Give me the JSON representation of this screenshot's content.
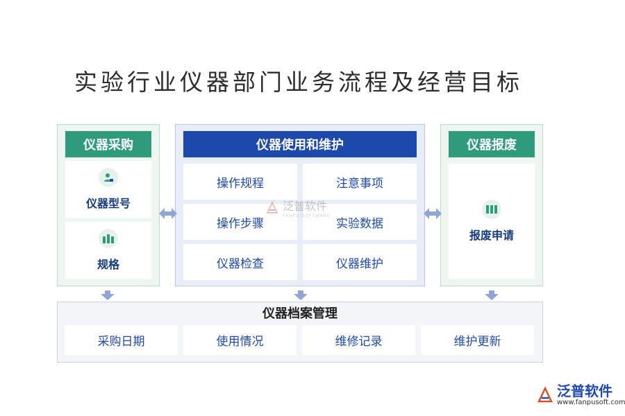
{
  "title": "实验行业仪器部门业务流程及经营目标",
  "procurement": {
    "header": "仪器采购",
    "items": [
      {
        "label": "仪器型号",
        "icon": "user-badge-icon"
      },
      {
        "label": "规格",
        "icon": "stacked-blocks-icon"
      }
    ]
  },
  "usage": {
    "header": "仪器使用和维护",
    "items": [
      "操作规程",
      "注意事项",
      "操作步骤",
      "实验数据",
      "仪器检查",
      "仪器维护"
    ]
  },
  "scrap": {
    "header": "仪器报废",
    "items": [
      {
        "label": "报废申请",
        "icon": "binders-icon"
      }
    ]
  },
  "archive": {
    "header": "仪器档案管理",
    "items": [
      "采购日期",
      "使用情况",
      "维修记录",
      "维护更新"
    ]
  },
  "watermark": {
    "center_text": "泛普软件",
    "center_sub": "FANPU SOFTWARE",
    "corner_text": "泛普软件",
    "corner_url": "www.fanpusoft.com"
  },
  "colors": {
    "green_header": "#2f9a7c",
    "blue_header": "#1d48ac",
    "arrow": "#8fa5d6"
  }
}
